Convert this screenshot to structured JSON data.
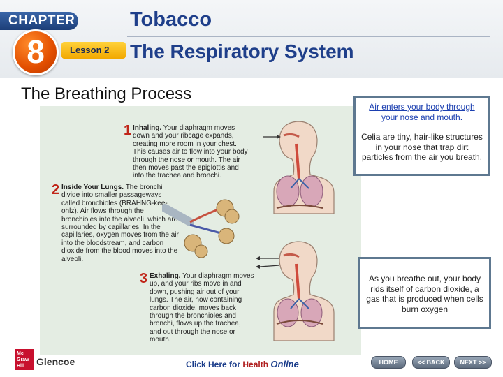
{
  "header": {
    "chapter_label": "CHAPTER",
    "chapter_number": "8",
    "lesson_label": "Lesson 2",
    "chapter_title": "Tobacco",
    "lesson_title": "The Respiratory System"
  },
  "page_heading": "The Breathing Process",
  "figure": {
    "steps": [
      {
        "number": "1",
        "title": "Inhaling.",
        "text": "Your diaphragm moves down and your ribcage expands, creating more room in your chest. This causes air to flow into your body through the nose or mouth. The air then moves past the epiglottis and into the trachea and bronchi."
      },
      {
        "number": "2",
        "title": "Inside Your Lungs.",
        "text": "The bronchi divide into smaller passageways called bronchioles (BRAHNG-kee-ohlz). Air flows through the bronchioles into the alveoli, which are surrounded by capillaries. In the capillaries, oxygen moves from the air into the bloodstream, and carbon dioxide from the blood moves into the alveoli."
      },
      {
        "number": "3",
        "title": "Exhaling.",
        "text": "Your diaphragm moves up, and your ribs move in and down, pushing air out of your lungs. The air, now containing carbon dioxide, moves back through the bronchioles and bronchi, flows up the trachea, and out through the nose or mouth."
      }
    ]
  },
  "info_box_top": {
    "link_text": "Air enters your body through your nose and mouth.",
    "body_text": "Celia are tiny, hair-like structures in your nose that trap dirt particles from the air you breath."
  },
  "info_box_bottom": {
    "text": "As you breathe out, your body rids itself of carbon dioxide, a gas that is produced when cells burn oxygen"
  },
  "footer": {
    "publisher_logo": "Mc Graw Hill",
    "publisher_name": "Glencoe",
    "link_prefix": "Click Here for",
    "link_health": "Health",
    "link_online": "Online",
    "nav": {
      "home": "HOME",
      "back": "<< BACK",
      "next": "NEXT >>"
    }
  },
  "colors": {
    "title_blue": "#1f3f8a",
    "accent_orange": "#e24e00",
    "step_red": "#c0261a",
    "figure_bg": "#e4ede3",
    "link_blue": "#1b3fb0"
  }
}
